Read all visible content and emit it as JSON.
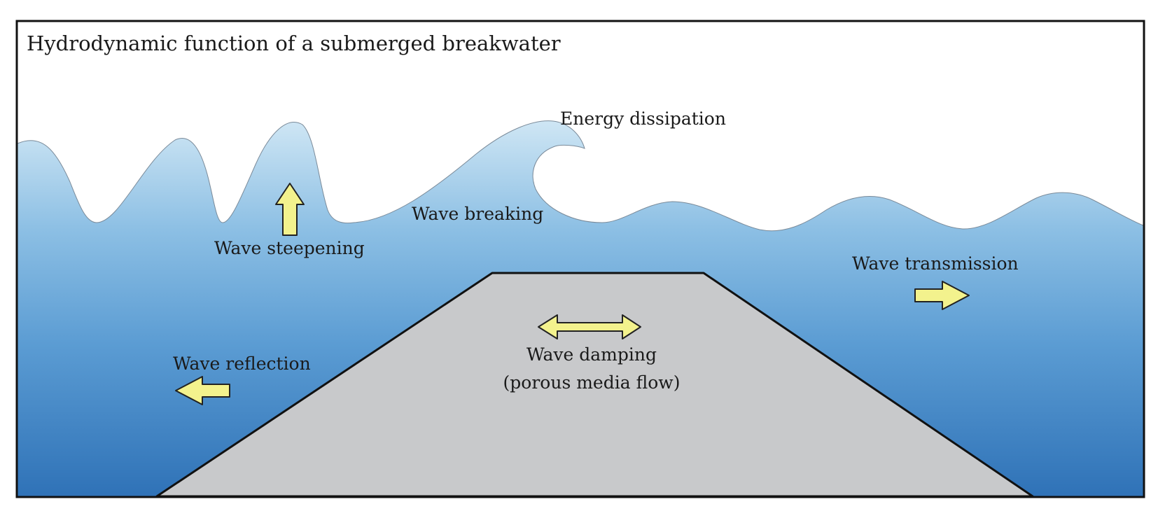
{
  "title": "Hydrodynamic function of a submerged breakwater",
  "labels": {
    "energy_dissipation": "Energy dissipation",
    "wave_breaking": "Wave breaking",
    "wave_steepening": "Wave steepening",
    "wave_transmission": "Wave transmission",
    "wave_reflection": "Wave reflection",
    "wave_damping_line1": "Wave damping",
    "wave_damping_line2": "(porous media flow)"
  },
  "colors": {
    "water_top": "#d2e8f5",
    "water_mid": "#5f9fd4",
    "water_bottom": "#2f72b7",
    "breakwater": "#c8c9cb",
    "arrow_fill": "#f3f28d",
    "outline": "#111111"
  }
}
